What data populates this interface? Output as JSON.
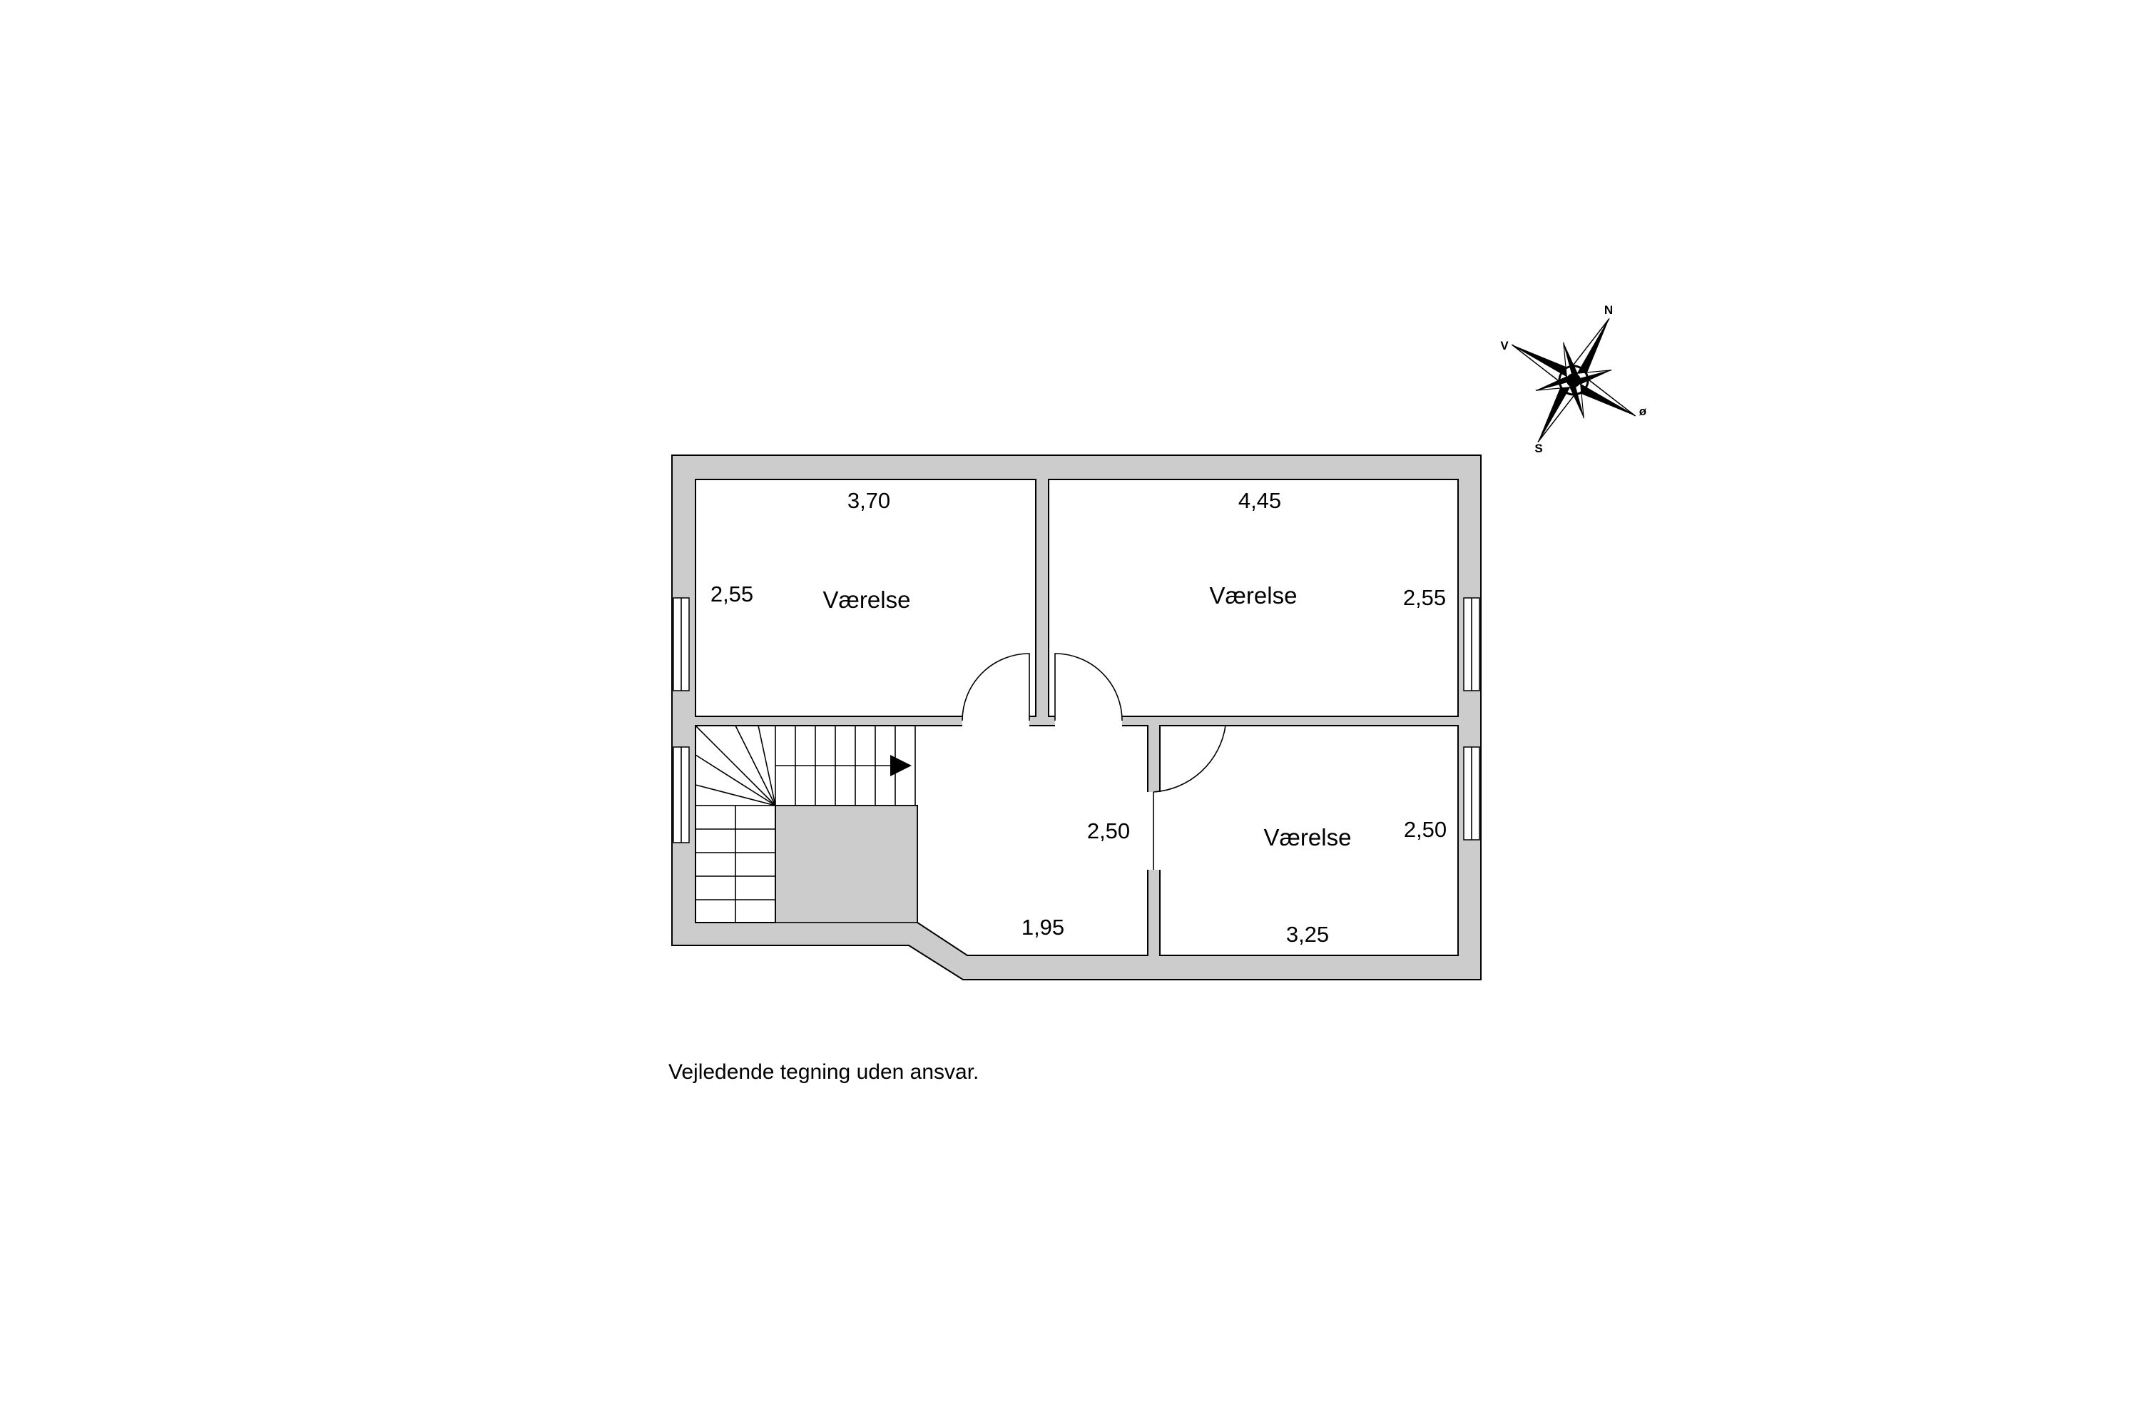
{
  "rooms": [
    {
      "label": "Værelse",
      "width": "3,70",
      "height": "2,55"
    },
    {
      "label": "Værelse",
      "width": "4,45",
      "height": "2,55"
    },
    {
      "label": "Værelse",
      "width": "3,25",
      "height": "2,50"
    }
  ],
  "hall": {
    "width": "1,95",
    "height": "2,50"
  },
  "compass": {
    "north": "N",
    "south": "S",
    "east": "ø",
    "west": "V"
  },
  "disclaimer": "Vejledende tegning uden ansvar.",
  "colors": {
    "wall_fill": "#cccccc",
    "line": "#000000",
    "background": "#ffffff"
  }
}
